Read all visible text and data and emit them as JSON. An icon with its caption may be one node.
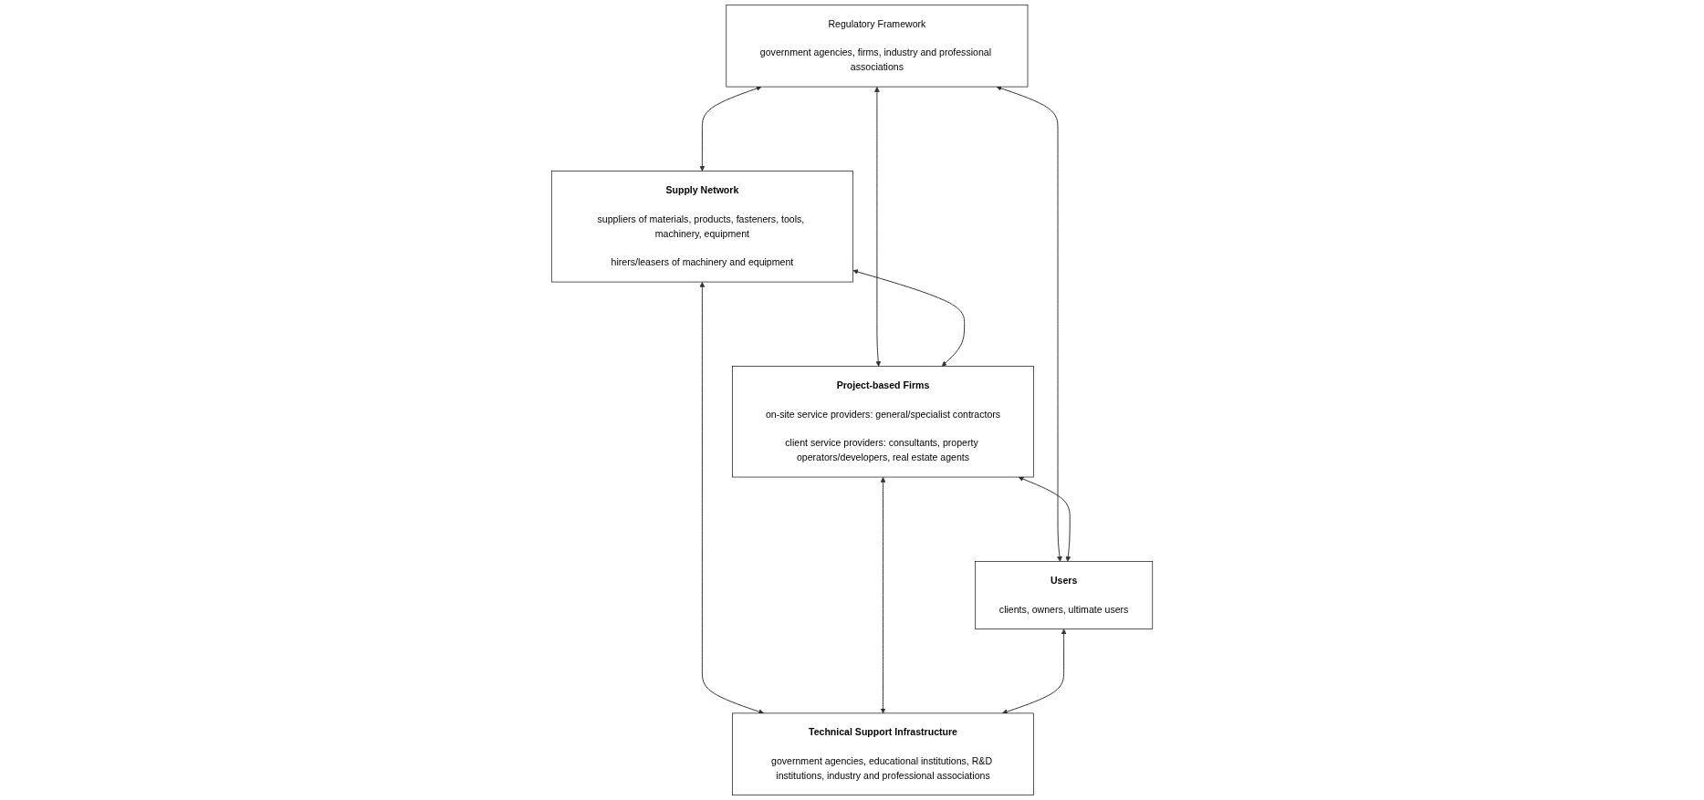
{
  "diagram": {
    "nodes": [
      {
        "text": [
          "Regulatory Framework",
          "government agencies, firms, industry and professional associations"
        ]
      },
      {
        "text": [
          "Supply Network",
          "suppliers of materials, products, fasteners, tools, machinery, equipment",
          "hirers/leasers of machinery and equipment"
        ]
      },
      {
        "text": [
          "Project-based Firms",
          "on-site service providers: general/specialist contractors",
          "client service providers: consultants, property operators/developers, real estate agents"
        ]
      },
      {
        "text": [
          "Users",
          "clients, owners, ultimate users"
        ]
      },
      {
        "text": [
          "Technical Support Infrastructure",
          "government agencies, educational institutions, R&D institutions, industry and professional associations"
        ]
      }
    ],
    "edges": [
      {
        "from": 0,
        "to": 1,
        "arrow": "both"
      },
      {
        "from": 0,
        "to": 2,
        "arrow": "both"
      },
      {
        "from": 0,
        "to": 3,
        "arrow": "both"
      },
      {
        "from": 1,
        "to": 2,
        "arrow": "both"
      },
      {
        "from": 2,
        "to": 3,
        "arrow": "both"
      },
      {
        "from": 1,
        "to": 4,
        "arrow": "both"
      },
      {
        "from": 2,
        "to": 4,
        "arrow": "both"
      },
      {
        "from": 3,
        "to": 4,
        "arrow": "both"
      }
    ]
  }
}
